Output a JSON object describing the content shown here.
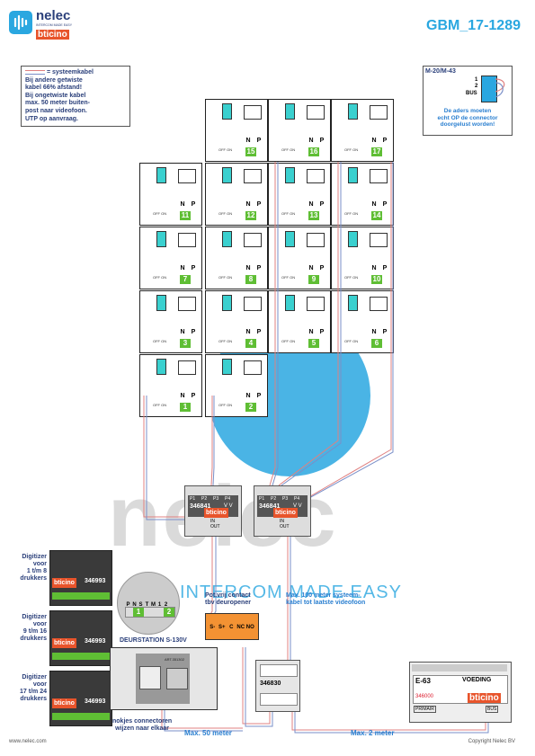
{
  "header": {
    "brand": "nelec",
    "brand_sub": "INTERCOM MADE EASY",
    "ticino": "bticino",
    "code": "GBM_17-1289"
  },
  "legend": {
    "title": "= systeemkabel",
    "lines": [
      "Bij andere getwiste",
      "kabel 66% afstand!",
      "Bij ongetwiste kabel",
      "max. 50 meter buiten-",
      "post naar videofoon.",
      "UTP op aanvraag."
    ]
  },
  "connector_note": {
    "model": "M-20/M-43",
    "pin1": "1",
    "pin2": "2",
    "bus": "BUS",
    "text": [
      "De aders moeten",
      "echt OP de connector",
      "doorgelust worden!"
    ]
  },
  "units": {
    "n_label": "N",
    "p_label": "P",
    "switch_label": "OFF ON",
    "numbers": [
      "15",
      "16",
      "17",
      "11",
      "12",
      "13",
      "14",
      "7",
      "8",
      "9",
      "10",
      "3",
      "4",
      "5",
      "6",
      "1",
      "2"
    ]
  },
  "distributors": {
    "model": "346841",
    "brand": "bticino",
    "ports": [
      "P1",
      "P2",
      "P3",
      "P4"
    ],
    "vv": "V V",
    "inout": [
      "IN",
      "OUT"
    ]
  },
  "watermark": {
    "word": "nelec",
    "tagline": "INTERCOM MADE EASY"
  },
  "digitizers": [
    {
      "label": [
        "Digitizer",
        "voor",
        "1 t/m 8",
        "drukkers"
      ],
      "model": "346993"
    },
    {
      "label": [
        "Digitizer",
        "voor",
        "9 t/m 16",
        "drukkers"
      ],
      "model": "346993"
    },
    {
      "label": [
        "Digitizer",
        "voor",
        "17 t/m 24",
        "drukkers"
      ],
      "model": "346993"
    }
  ],
  "button_panel": {
    "pins": [
      "P",
      "N",
      "S",
      "T",
      "M",
      "1",
      "2"
    ],
    "left_num": "1",
    "right_num": "2"
  },
  "door_station": {
    "label": "DEURSTATION S-130V",
    "module": "ART.351302"
  },
  "notes": {
    "nokjes": [
      "nokjes connectoren",
      "wijzen naar elkaar"
    ],
    "potvrij": [
      "Pot.vrij contact",
      "tbv deuropener"
    ],
    "max100": [
      "Max. 100 meter systeem-",
      "kabel tot laatste videofoon"
    ],
    "max50": "Max. 50 meter",
    "max2": "Max. 2 meter"
  },
  "relay": {
    "pins": [
      "S-",
      "S+",
      "C",
      "NC",
      "NO"
    ]
  },
  "interface": {
    "model": "346830"
  },
  "power": {
    "id": "E-63",
    "title": "VOEDING",
    "model": "346000",
    "brand": "bticino",
    "primair": "PRIMAIR",
    "bus": "BUS"
  },
  "footer": {
    "left": "www.nelec.com",
    "right": "Copyright Nelec BV"
  },
  "colors": {
    "accent": "#2aa7e0",
    "brand_navy": "#2a3f7a",
    "ticino_orange": "#e8542b",
    "relay_orange": "#f39233",
    "connector_cyan": "#3ad0cf",
    "number_green": "#5fbe34",
    "cable_red": "#e08080",
    "cable_blue": "#7a8fc8"
  }
}
